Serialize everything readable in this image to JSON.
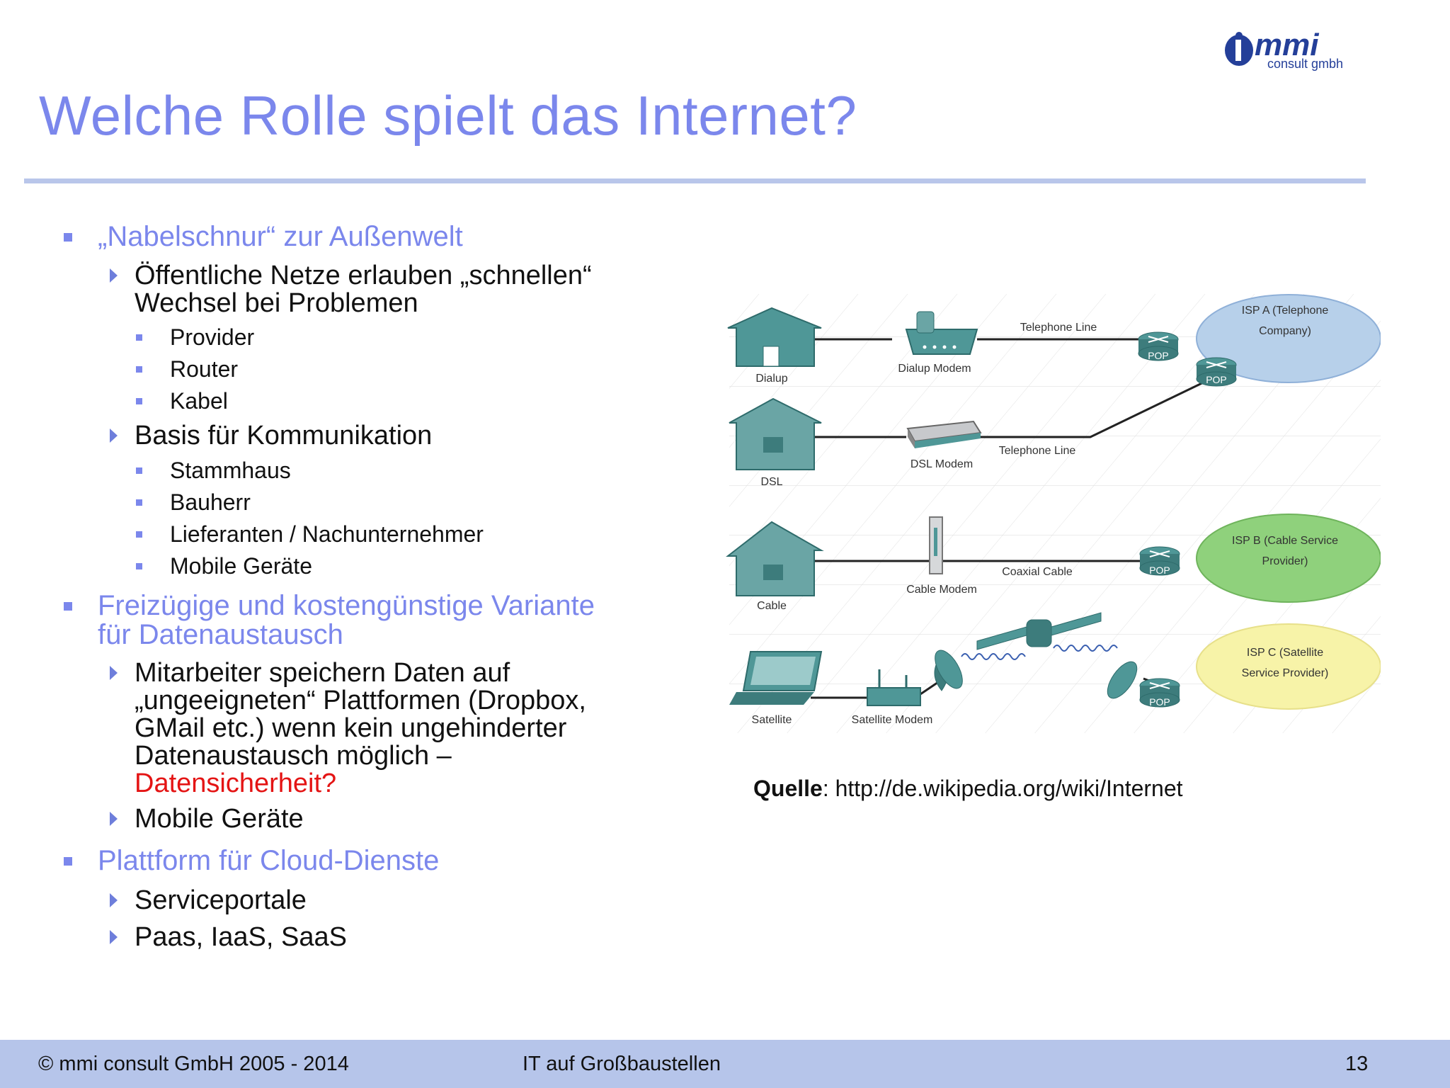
{
  "logo": {
    "name": "mmi",
    "sub": "consult gmbh"
  },
  "title": "Welche Rolle spielt das Internet?",
  "bullets": {
    "b1": "„Nabelschnur“ zur Außenwelt",
    "b1_1": [
      "Öffentliche Netze erlauben „schnellen“",
      "Wechsel bei Problemen"
    ],
    "b1_1_items": [
      "Provider",
      "Router",
      "Kabel"
    ],
    "b1_2": "Basis für Kommunikation",
    "b1_2_items": [
      "Stammhaus",
      "Bauherr",
      "Lieferanten / Nachunternehmer",
      "Mobile Geräte"
    ],
    "b2": [
      "Freizügige und kostengünstige Variante",
      "für Datenaustausch"
    ],
    "b2_1": [
      "Mitarbeiter speichern Daten auf",
      "„ungeeigneten“ Plattformen (Dropbox,",
      "GMail etc.) wenn kein ungehinderter",
      "Datenaustausch möglich –"
    ],
    "b2_1_red": "Datensicherheit?",
    "b2_2": "Mobile Geräte",
    "b3": "Plattform für Cloud-Dienste",
    "b3_1": "Serviceportale",
    "b3_2": "Paas, IaaS, SaaS"
  },
  "diagram": {
    "hosts": [
      "Dialup",
      "DSL",
      "Cable",
      "Satellite"
    ],
    "modems": [
      "Dialup Modem",
      "DSL Modem",
      "Cable Modem",
      "Satellite Modem"
    ],
    "links": [
      "Telephone Line",
      "Telephone Line",
      "Coaxial Cable"
    ],
    "isp_a": [
      "ISP A (Telephone",
      "Company)"
    ],
    "isp_b": [
      "ISP B (Cable Service",
      "Provider)"
    ],
    "isp_c": [
      "ISP C (Satellite",
      "Service Provider)"
    ],
    "pop": "POP",
    "colors": {
      "isp_a": "#b7d0ea",
      "isp_b": "#8fd17c",
      "isp_c": "#f7f3a8",
      "device": "#4f9797"
    }
  },
  "source": {
    "label": "Quelle",
    "sep": ": ",
    "url": "http://de.wikipedia.org/wiki/Internet"
  },
  "footer": {
    "left": "© mmi consult GmbH 2005 - 2014",
    "center": "IT auf Großbaustellen",
    "page": "13"
  }
}
